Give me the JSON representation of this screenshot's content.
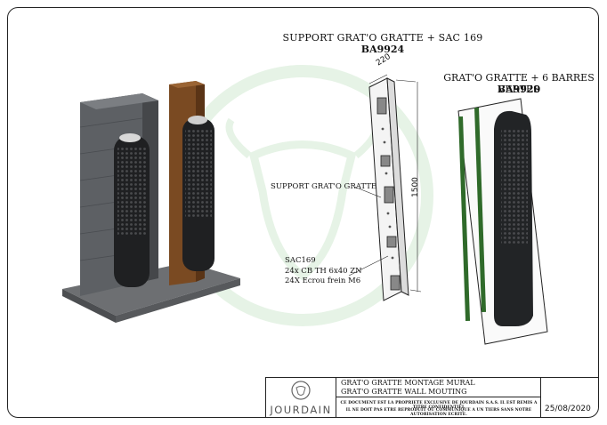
{
  "header": {
    "support_title": "SUPPORT GRAT'O GRATTE + SAC 169",
    "support_code": "BA9924",
    "kit_title": "GRAT'O GRATTE + 6 BARRES VERTES",
    "kit_code": "BA9920"
  },
  "callouts": {
    "support_label": "SUPPORT GRAT'O GRATTE",
    "sac_line1": "SAC169",
    "sac_line2": "24x CB TH 6x40 ZN",
    "sac_line3": "24X Ecrou frein M6"
  },
  "dimensions": {
    "width": "220",
    "height": "1500"
  },
  "title_block": {
    "brand": "JOURDAIN",
    "title_fr": "GRAT'O GRATTE MONTAGE MURAL",
    "title_en": "GRAT'O GRATTE WALL MOUTING",
    "legal_1": "CE DOCUMENT EST LA PROPRIETE EXCLUSIVE DE JOURDAIN S.A.S. IL EST REMIS A TITRE CONFIDENTIEL",
    "legal_2": "IL NE DOIT PAS ETRE REPRODUIT OU COMMUNIQUE A UN TIERS SANS NOTRE AUTORISATION ECRITE.",
    "date": "25/08/2020"
  },
  "colors": {
    "wall": "#5f6266",
    "wood": "#7a4a22",
    "plastic": "#2a2b2d",
    "green_bar": "#2f6a2a",
    "watermark": "#e3f2e3"
  }
}
